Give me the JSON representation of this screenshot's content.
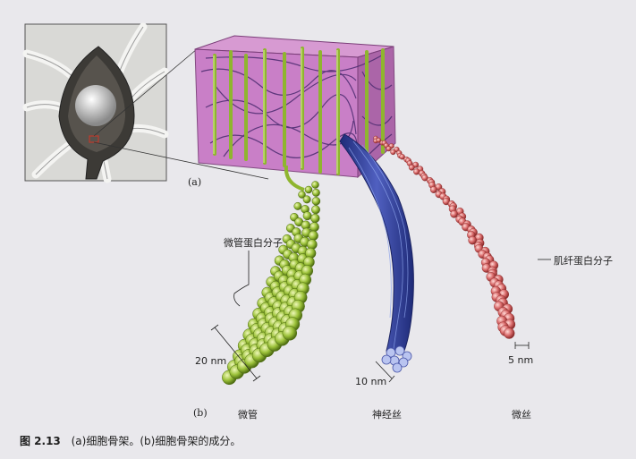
{
  "panel_labels": {
    "a": "(a)",
    "b": "(b)"
  },
  "labels": {
    "microtubule_protein": "微管蛋白分子",
    "actin_protein": "肌纤蛋白分子",
    "dim_20nm": "20 nm",
    "dim_10nm": "10 nm",
    "dim_5nm": "5 nm",
    "microtubule": "微管",
    "neurofilament": "神经丝",
    "microfilament": "微丝"
  },
  "caption": {
    "figure_number": "图 2.13",
    "text": "(a)细胞骨架。(b)细胞骨架的成分。"
  },
  "colors": {
    "microtubule": "#9cc23a",
    "neurofilament": "#3a49a0",
    "microfilament": "#d96a6a",
    "cube": "#c777c4",
    "background": "#e9e8ec"
  }
}
